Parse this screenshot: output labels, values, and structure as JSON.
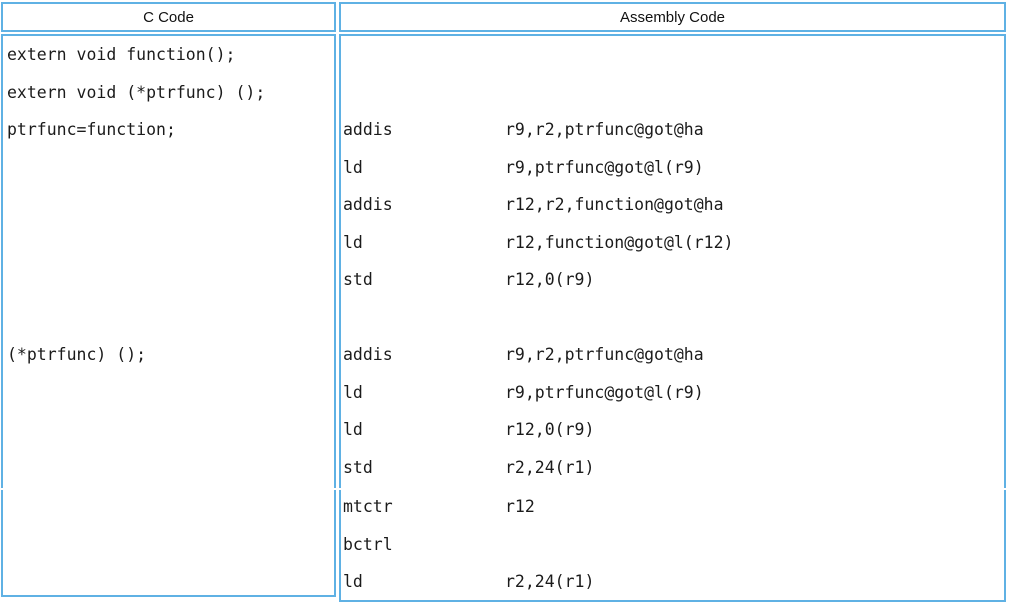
{
  "table": {
    "border_color": "#5fb1e4",
    "text_color": "#1b1b1b",
    "header": {
      "c_code": "C Code",
      "assembly": "Assembly Code"
    },
    "c_code_lines": [
      "extern void function();",
      "extern void (*ptrfunc) ();",
      "ptrfunc=function;",
      "",
      "",
      "",
      "",
      "",
      "(*ptrfunc) ();"
    ],
    "assembly_row1": [
      {
        "mnemonic": "",
        "operands": ""
      },
      {
        "mnemonic": "",
        "operands": ""
      },
      {
        "mnemonic": "addis",
        "operands": "r9,r2,ptrfunc@got@ha"
      },
      {
        "mnemonic": "ld",
        "operands": "r9,ptrfunc@got@l(r9)"
      },
      {
        "mnemonic": "addis",
        "operands": "r12,r2,function@got@ha"
      },
      {
        "mnemonic": "ld",
        "operands": "r12,function@got@l(r12)"
      },
      {
        "mnemonic": "std",
        "operands": "r12,0(r9)"
      },
      {
        "mnemonic": "",
        "operands": ""
      },
      {
        "mnemonic": "addis",
        "operands": "r9,r2,ptrfunc@got@ha"
      },
      {
        "mnemonic": "ld",
        "operands": "r9,ptrfunc@got@l(r9)"
      },
      {
        "mnemonic": "ld",
        "operands": "r12,0(r9)"
      },
      {
        "mnemonic": "std",
        "operands": "r2,24(r1)"
      }
    ],
    "assembly_row2": [
      {
        "mnemonic": "mtctr",
        "operands": "r12"
      },
      {
        "mnemonic": "bctrl",
        "operands": ""
      },
      {
        "mnemonic": "ld",
        "operands": "r2,24(r1)"
      }
    ]
  }
}
